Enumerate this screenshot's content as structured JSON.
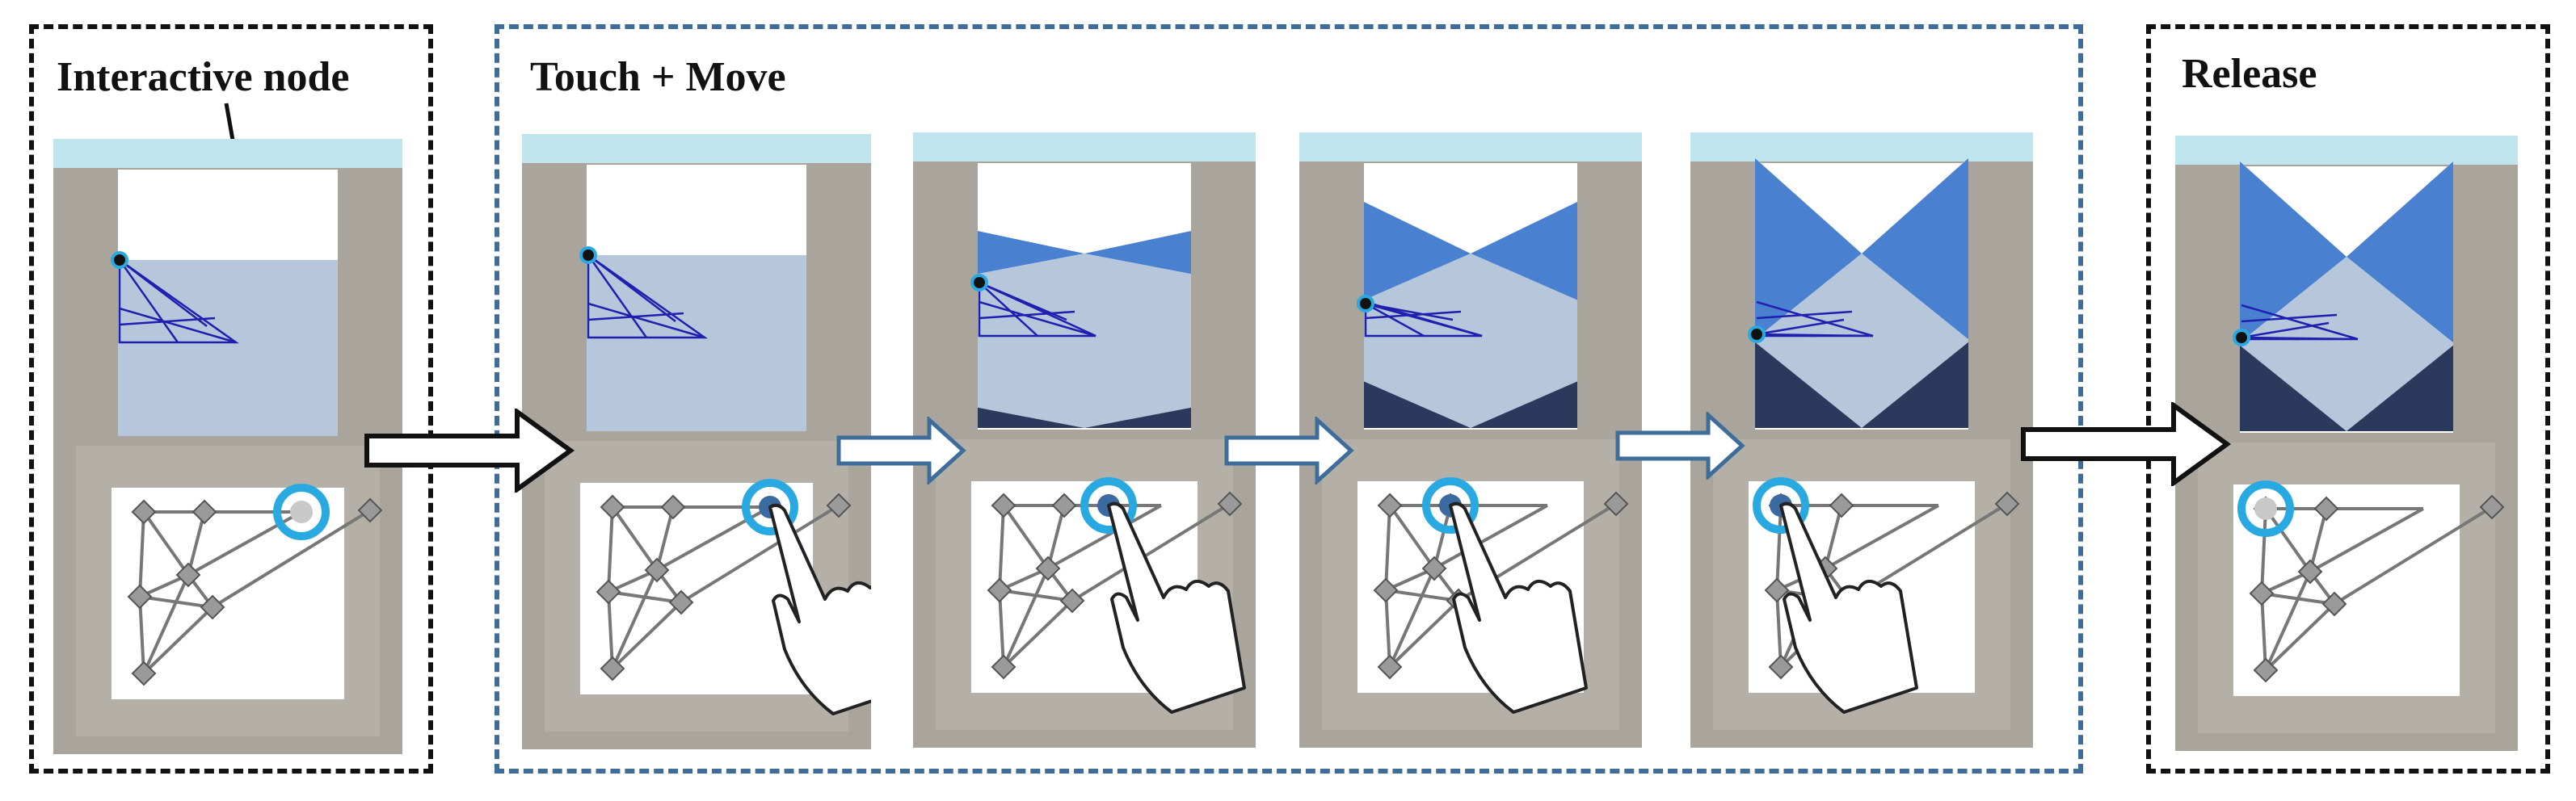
{
  "labels": {
    "interactive_node": "Interactive node",
    "touch_move": "Touch + Move",
    "release": "Release"
  },
  "colors": {
    "box_black": "#111111",
    "box_blue": "#3e6d9a",
    "panel_frame": "#a9a59c",
    "panel_sky": "#bfe4ee",
    "panel_light": "#b6c7db",
    "facet_mid": "#4a80d0",
    "facet_dark": "#2b3a5c",
    "highlight_ring": "#29a9e1",
    "wire": "#1f1fb0"
  },
  "steps": [
    {
      "stage": "initial",
      "vertex": "top",
      "fold": 0,
      "hand": false
    },
    {
      "stage": "touch",
      "vertex": "top",
      "fold": 0,
      "hand": true
    },
    {
      "stage": "move",
      "vertex": "mid",
      "fold": 1,
      "hand": true
    },
    {
      "stage": "move",
      "vertex": "low",
      "fold": 2,
      "hand": true
    },
    {
      "stage": "move",
      "vertex": "bottom",
      "fold": 3,
      "hand": true
    },
    {
      "stage": "release",
      "vertex": "bottom",
      "fold": 3,
      "hand": false
    }
  ]
}
